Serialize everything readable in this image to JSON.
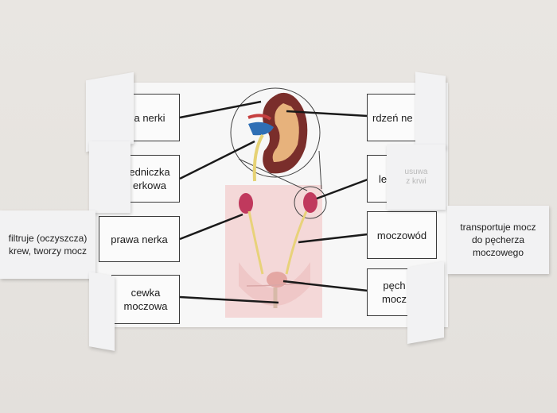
{
  "labels": {
    "kora_nerki": "a nerki",
    "miedniczka_nerkowa": "edniczka\nerkowa",
    "prawa_nerka": "prawa nerka",
    "cewka_moczowa": "cewka\nmoczowa",
    "rdzen_nerki": "rdzeń ne",
    "lewa_nerka": "le",
    "moczowod": "moczowód",
    "pecherz_moczowy": "pęch\nmocz"
  },
  "flaps": {
    "left_description": "filtruje (oczyszcza)\nkrew, tworzy mocz",
    "right_description": "transportuje mocz\ndo pęcherza\nmoczowego",
    "ghost_text": "usuwa\nz krwi"
  },
  "colors": {
    "kidney": "#c0395d",
    "ureter": "#e8d27a",
    "body": "#f2cfcf",
    "line": "#1a1a1a"
  }
}
